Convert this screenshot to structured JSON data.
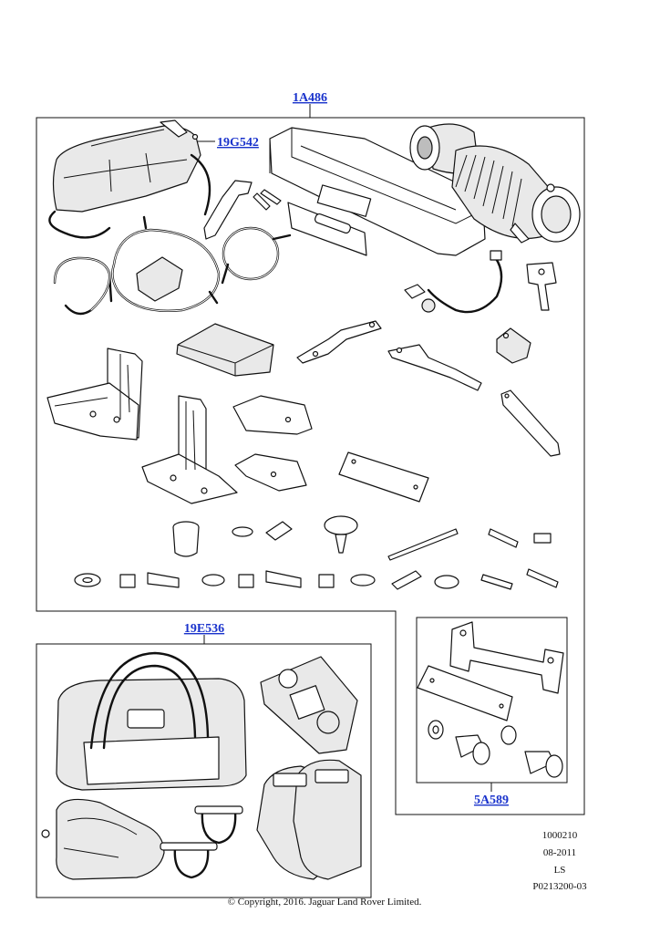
{
  "callouts": {
    "main_kit": "1A486",
    "cover": "19G542",
    "recovery_kit": "19E536",
    "plate_kit": "5A589"
  },
  "meta_codes": [
    "1000210",
    "08-2011",
    "LS",
    "P0213200-03"
  ],
  "copyright": "© Copyright, 2016. Jaguar Land Rover Limited.",
  "colors": {
    "callout": "#1a33cc",
    "line": "#111111",
    "shade": "#e9e9e9"
  }
}
